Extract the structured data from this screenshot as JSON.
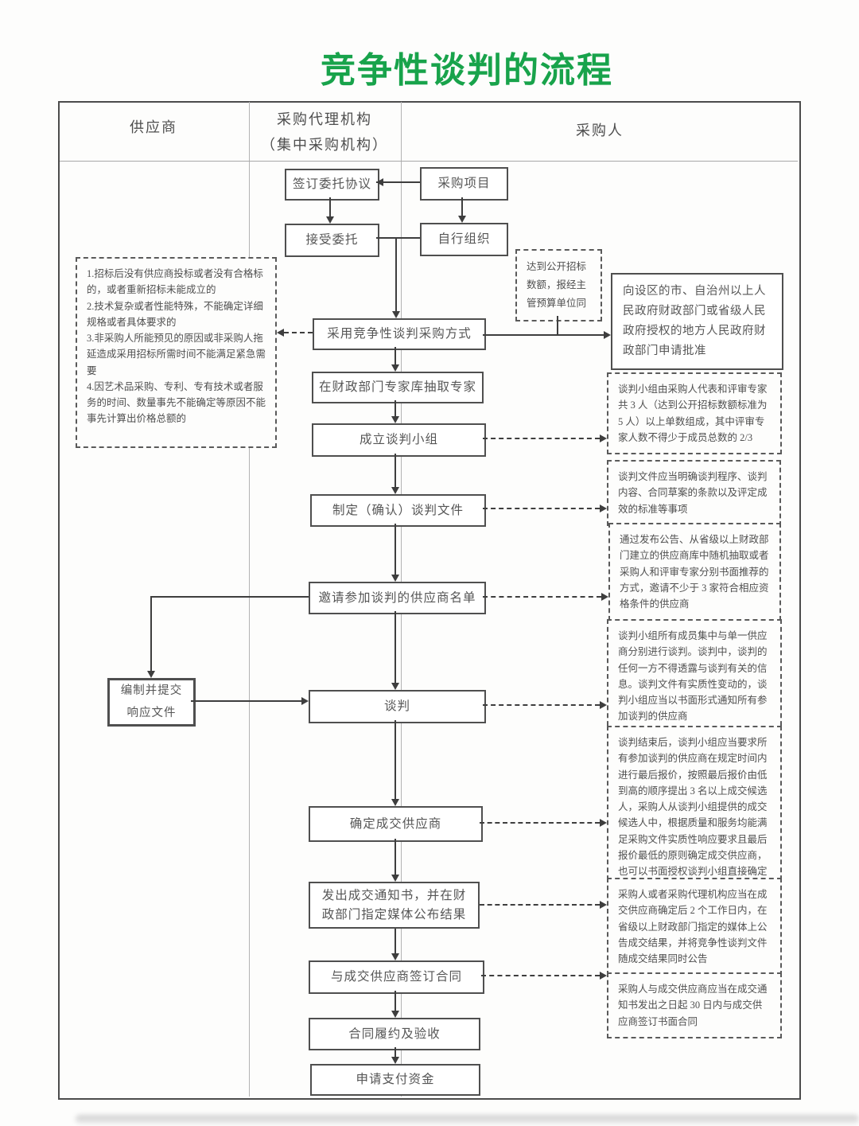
{
  "title": "竞争性谈判的流程",
  "colors": {
    "title_green": "#18a34b",
    "line": "#3e3e3e",
    "box_border": "#4f4f4f",
    "text": "#525252"
  },
  "columns": {
    "supplier": "供应商",
    "agency": "采购代理机构",
    "agency_sub": "（集中采购机构）",
    "purchaser": "采购人"
  },
  "flow": {
    "sign_agreement": "签订委托协议",
    "purchase_project": "采购项目",
    "accept_entrust": "接受委托",
    "self_organize": "自行组织",
    "adopt_method": "采用竞争性谈判采购方式",
    "extract_experts": "在财政部门专家库抽取专家",
    "form_group": "成立谈判小组",
    "confirm_docs": "制定（确认）谈判文件",
    "invite_list": "邀请参加谈判的供应商名单",
    "prepare_response_l1": "编制并提交",
    "prepare_response_l2": "响应文件",
    "negotiate": "谈判",
    "determine_supplier": "确定成交供应商",
    "send_notice": "发出成交通知书，并在财政部门指定媒体公布结果",
    "sign_contract": "与成交供应商签订合同",
    "perform_contract": "合同履约及验收",
    "apply_payment": "申请支付资金",
    "apply_approval": "向设区的市、自治州以上人民政府财政部门或省级人民政府授权的地方人民政府财政部门申请批准"
  },
  "notes": {
    "conditions": [
      "1.招标后没有供应商投标或者没有合格标的，或者重新招标未能成立的",
      "2.技术复杂或者性能特殊，不能确定详细规格或者具体要求的",
      "3.非采购人所能预见的原因或非采购人拖延造成采用招标所需时间不能满足紧急需要",
      "4.因艺术品采购、专利、专有技术或者服务的时间、数量事先不能确定等原因不能事先计算出价格总额的"
    ],
    "threshold": "达到公开招标数额，报经主管预算单位同",
    "group_composition": "谈判小组由采购人代表和评审专家共 3 人（达到公开招标数额标准为 5 人）以上单数组成，其中评审专家人数不得少于成员总数的 2/3",
    "doc_requirements": "谈判文件应当明确谈判程序、谈判内容、合同草案的条款以及评定成效的标准等事项",
    "invite_method": "通过发布公告、从省级以上财政部门建立的供应商库中随机抽取或者采购人和评审专家分别书面推荐的方式，邀请不少于 3 家符合相应资格条件的供应商",
    "negotiation_rules": "谈判小组所有成员集中与单一供应商分别进行谈判。谈判中，谈判的任何一方不得透露与谈判有关的信息。谈判文件有实质性变动的，谈判小组应当以书面形式通知所有参加谈判的供应商",
    "final_offer": "谈判结束后，谈判小组应当要求所有参加谈判的供应商在规定时间内进行最后报价，按照最后报价由低到高的顺序提出 3 名以上成交候选人，采购人从谈判小组提供的成交候选人中，根据质量和服务均能满足采购文件实质性响应要求且最后报价最低的原则确定成交供应商，也可以书面授权谈判小组直接确定",
    "announce_result": "采购人或者采购代理机构应当在成交供应商确定后 2 个工作日内，在省级以上财政部门指定的媒体上公告成交结果，并将竞争性谈判文件随成交结果同时公告",
    "contract_deadline": "采购人与成交供应商应当在成交通知书发出之日起 30 日内与成交供应商签订书面合同"
  }
}
